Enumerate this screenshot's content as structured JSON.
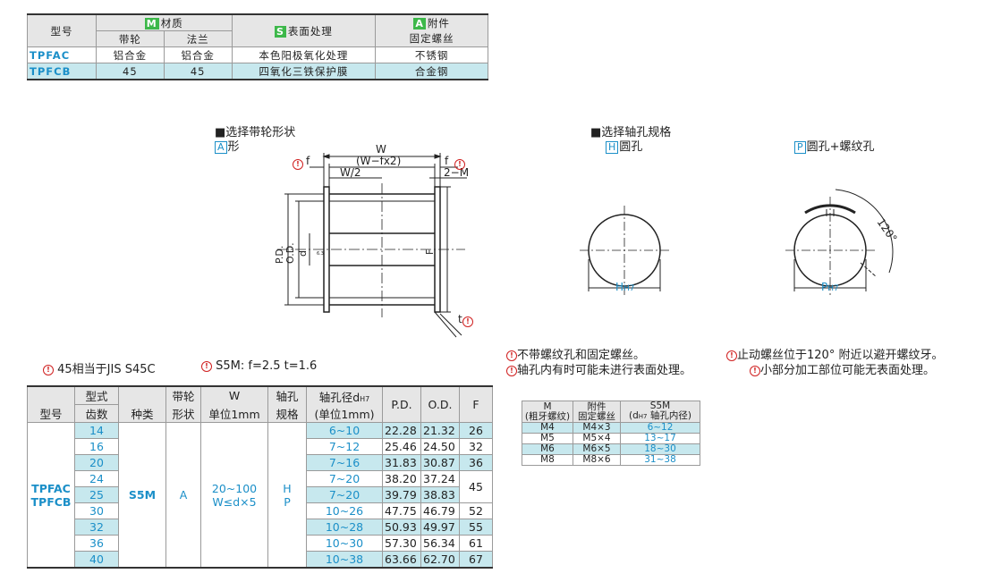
{
  "colors": {
    "accent": "#1b8fc8",
    "cyan": "#c7e8ee",
    "green_badge": "#3db84a",
    "header_bg": "#e6e6e6"
  },
  "table1": {
    "h_model": "型号",
    "h_material_badge": "M",
    "h_material": "材质",
    "h_pulley": "带轮",
    "h_flange": "法兰",
    "h_surface_badge": "S",
    "h_surface": "表面处理",
    "h_acc_badge": "A",
    "h_acc": "附件",
    "h_acc2": "固定螺丝",
    "rows": [
      {
        "model": "TPFAC",
        "pulley": "铝合金",
        "flange": "铝合金",
        "surface": "本色阳极氧化处理",
        "screw": "不锈钢"
      },
      {
        "model": "TPFCB",
        "pulley": "45",
        "flange": "45",
        "surface": "四氧化三铁保护膜",
        "screw": "合金钢"
      }
    ]
  },
  "shape": {
    "title": "■选择带轮形状",
    "label_box": "A",
    "label": "形",
    "w": "W",
    "wfx2": "(W−fx2)",
    "w2": "W/2",
    "m2": "2−M",
    "f_left": "f",
    "f_right": "f",
    "t": "t",
    "pd": "P.D.",
    "od": "O.D.",
    "dh7": "d",
    "dh7_sub": "H7",
    "F": "F",
    "small": "6.3"
  },
  "bore": {
    "title": "■选择轴孔规格",
    "h_box": "H",
    "h_label": "圆孔",
    "p_box": "P",
    "p_label": "圆孔+螺纹孔",
    "h_dim": "H",
    "h_sub": "H7",
    "p_dim": "P",
    "p_sub": "H7",
    "angle": "120°"
  },
  "notes": {
    "n1": "45相当于JIS S45C",
    "n2": "S5M: f=2.5 t=1.6",
    "n3": "不带螺纹孔和固定螺丝。",
    "n4": "止动螺丝位于120° 附近以避开螺纹牙。",
    "n5": "轴孔内有时可能未进行表面处理。",
    "n6": "小部分加工部位可能无表面处理。"
  },
  "table2": {
    "h_type": "型式",
    "h_model": "型号",
    "h_teeth": "齿数",
    "h_kind": "种类",
    "h_pulley": "带轮",
    "h_shape": "形状",
    "h_w": "W",
    "h_unit": "单位1mm",
    "h_bore": "轴孔",
    "h_spec": "规格",
    "h_dia": "轴孔径d",
    "h_dia_sub": "H7",
    "h_dia_unit": "(单位1mm)",
    "h_pd": "P.D.",
    "h_od": "O.D.",
    "h_f": "F",
    "model1": "TPFAC",
    "model2": "TPFCB",
    "kind": "S5M",
    "shape": "A",
    "w_range": "20~100",
    "w_cond": "W≤d×5",
    "spec1": "H",
    "spec2": "P",
    "rows": [
      {
        "teeth": "14",
        "dia": "6~10",
        "pd": "22.28",
        "od": "21.32",
        "f": "26"
      },
      {
        "teeth": "16",
        "dia": "7~12",
        "pd": "25.46",
        "od": "24.50",
        "f": "32"
      },
      {
        "teeth": "20",
        "dia": "7~16",
        "pd": "31.83",
        "od": "30.87",
        "f": "36"
      },
      {
        "teeth": "24",
        "dia": "7~20",
        "pd": "38.20",
        "od": "37.24",
        "f": "45"
      },
      {
        "teeth": "25",
        "dia": "7~20",
        "pd": "39.79",
        "od": "38.83",
        "f": ""
      },
      {
        "teeth": "30",
        "dia": "10~26",
        "pd": "47.75",
        "od": "46.79",
        "f": "52"
      },
      {
        "teeth": "32",
        "dia": "10~28",
        "pd": "50.93",
        "od": "49.97",
        "f": "55"
      },
      {
        "teeth": "36",
        "dia": "10~30",
        "pd": "57.30",
        "od": "56.34",
        "f": "61"
      },
      {
        "teeth": "40",
        "dia": "10~38",
        "pd": "63.66",
        "od": "62.70",
        "f": "67"
      }
    ]
  },
  "table3": {
    "h_m": "M",
    "h_m2": "(粗牙螺纹)",
    "h_acc": "附件",
    "h_acc2": "固定螺丝",
    "h_s5m": "S5M",
    "h_s5m2": "(d",
    "h_s5m2_sub": "H7",
    "h_s5m2_end": " 轴孔内径)",
    "rows": [
      {
        "m": "M4",
        "screw": "M4×3",
        "range": "6~12"
      },
      {
        "m": "M5",
        "screw": "M5×4",
        "range": "13~17"
      },
      {
        "m": "M6",
        "screw": "M6×5",
        "range": "18~30"
      },
      {
        "m": "M8",
        "screw": "M8×6",
        "range": "31~38"
      }
    ]
  }
}
